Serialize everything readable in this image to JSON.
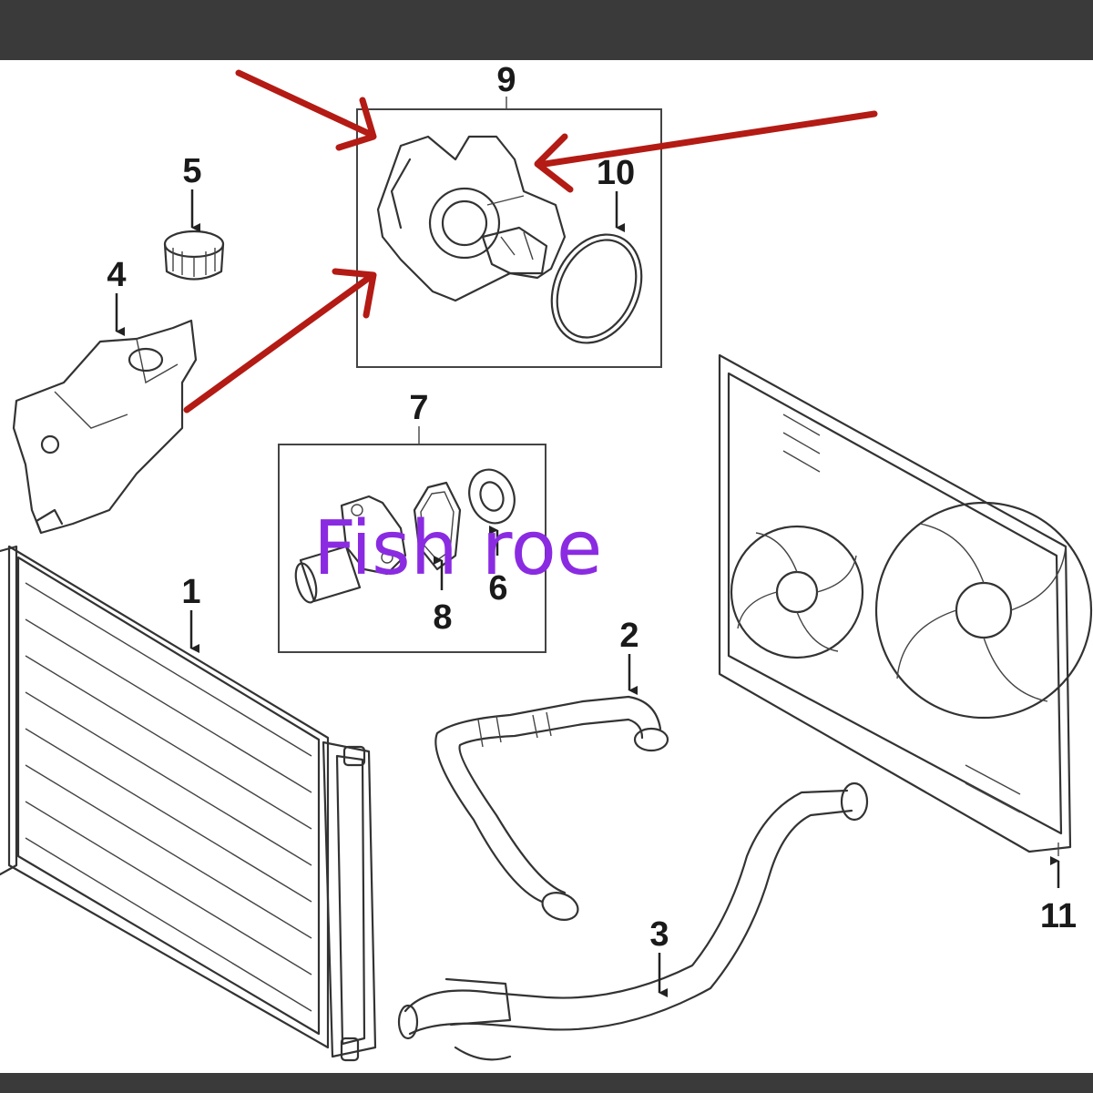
{
  "labels": {
    "p1": "1",
    "p2": "2",
    "p3": "3",
    "p4": "4",
    "p5": "5",
    "p6": "6",
    "p7": "7",
    "p8": "8",
    "p9": "9",
    "p10": "10",
    "p11": "11"
  },
  "overlay_text": "Fish roe",
  "colors": {
    "arrow": "#b31b14",
    "overlay": "#8a2be2",
    "line": "#333333",
    "bars": "#3a3a3a"
  }
}
